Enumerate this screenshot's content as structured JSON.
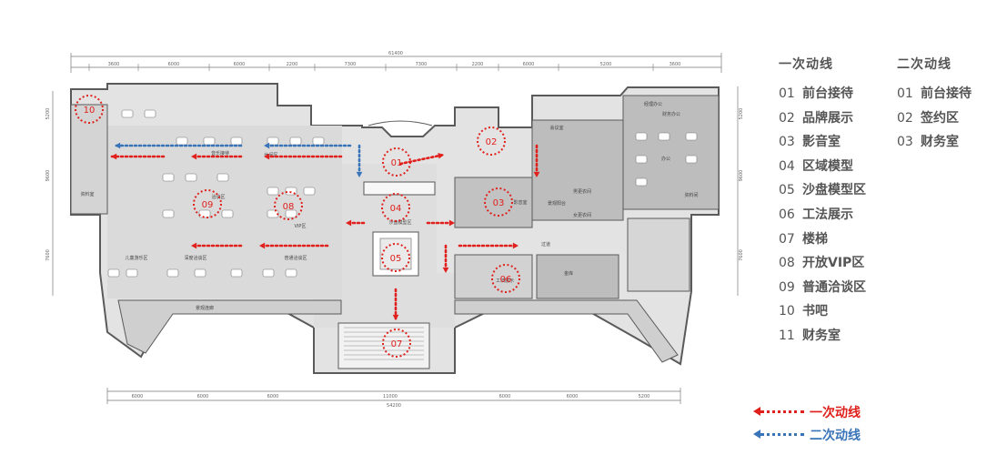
{
  "colors": {
    "primary": "#e0201c",
    "secondary": "#3a74b8",
    "wall": "#6a6a6a",
    "zone": "#cfcfcf",
    "bg": "#ffffff",
    "text": "#555555"
  },
  "legend_primary": {
    "title": "一次动线",
    "items": [
      {
        "num": "01",
        "label": "前台接待"
      },
      {
        "num": "02",
        "label": "品牌展示"
      },
      {
        "num": "03",
        "label": "影音室"
      },
      {
        "num": "04",
        "label": "区域模型"
      },
      {
        "num": "05",
        "label": "沙盘模型区"
      },
      {
        "num": "06",
        "label": "工法展示"
      },
      {
        "num": "07",
        "label": "楼梯"
      },
      {
        "num": "08",
        "label": "开放VIP区"
      },
      {
        "num": "09",
        "label": "普通洽谈区"
      },
      {
        "num": "10",
        "label": "书吧"
      },
      {
        "num": "11",
        "label": "财务室"
      }
    ]
  },
  "legend_secondary": {
    "title": "二次动线",
    "items": [
      {
        "num": "01",
        "label": "前台接待"
      },
      {
        "num": "02",
        "label": "签约区"
      },
      {
        "num": "03",
        "label": "财务室"
      }
    ]
  },
  "route_legend": {
    "primary_label": "一次动线",
    "secondary_label": "二次动线"
  },
  "dims_top": {
    "total": "61400",
    "segments": [
      "3600",
      "6000",
      "6000",
      "2200",
      "7300",
      "7300",
      "2200",
      "6000",
      "5200",
      "3600"
    ]
  },
  "dims_bottom": {
    "total": "54200",
    "segments": [
      "6000",
      "6000",
      "6000",
      "11000",
      "6000",
      "6000",
      "5200"
    ]
  },
  "dims_side_left": [
    "5200",
    "9600",
    "7600"
  ],
  "dims_side_right": [
    "5200",
    "9600",
    "7600"
  ],
  "markers": [
    "01",
    "02",
    "03",
    "04",
    "05",
    "06",
    "07",
    "08",
    "09",
    "10"
  ],
  "room_labels": [
    "资料室",
    "会议室",
    "经理办公",
    "财务办公",
    "办公",
    "资料间",
    "洽谈区",
    "音乐接待",
    "儿童游乐区",
    "深度洽谈区",
    "普通洽谈区",
    "VIP区",
    "休闲区",
    "过道",
    "金库",
    "景观阳台",
    "男更衣间",
    "女更衣间",
    "工法展示",
    "影音室",
    "沙盘模型区",
    "景观连廊"
  ]
}
